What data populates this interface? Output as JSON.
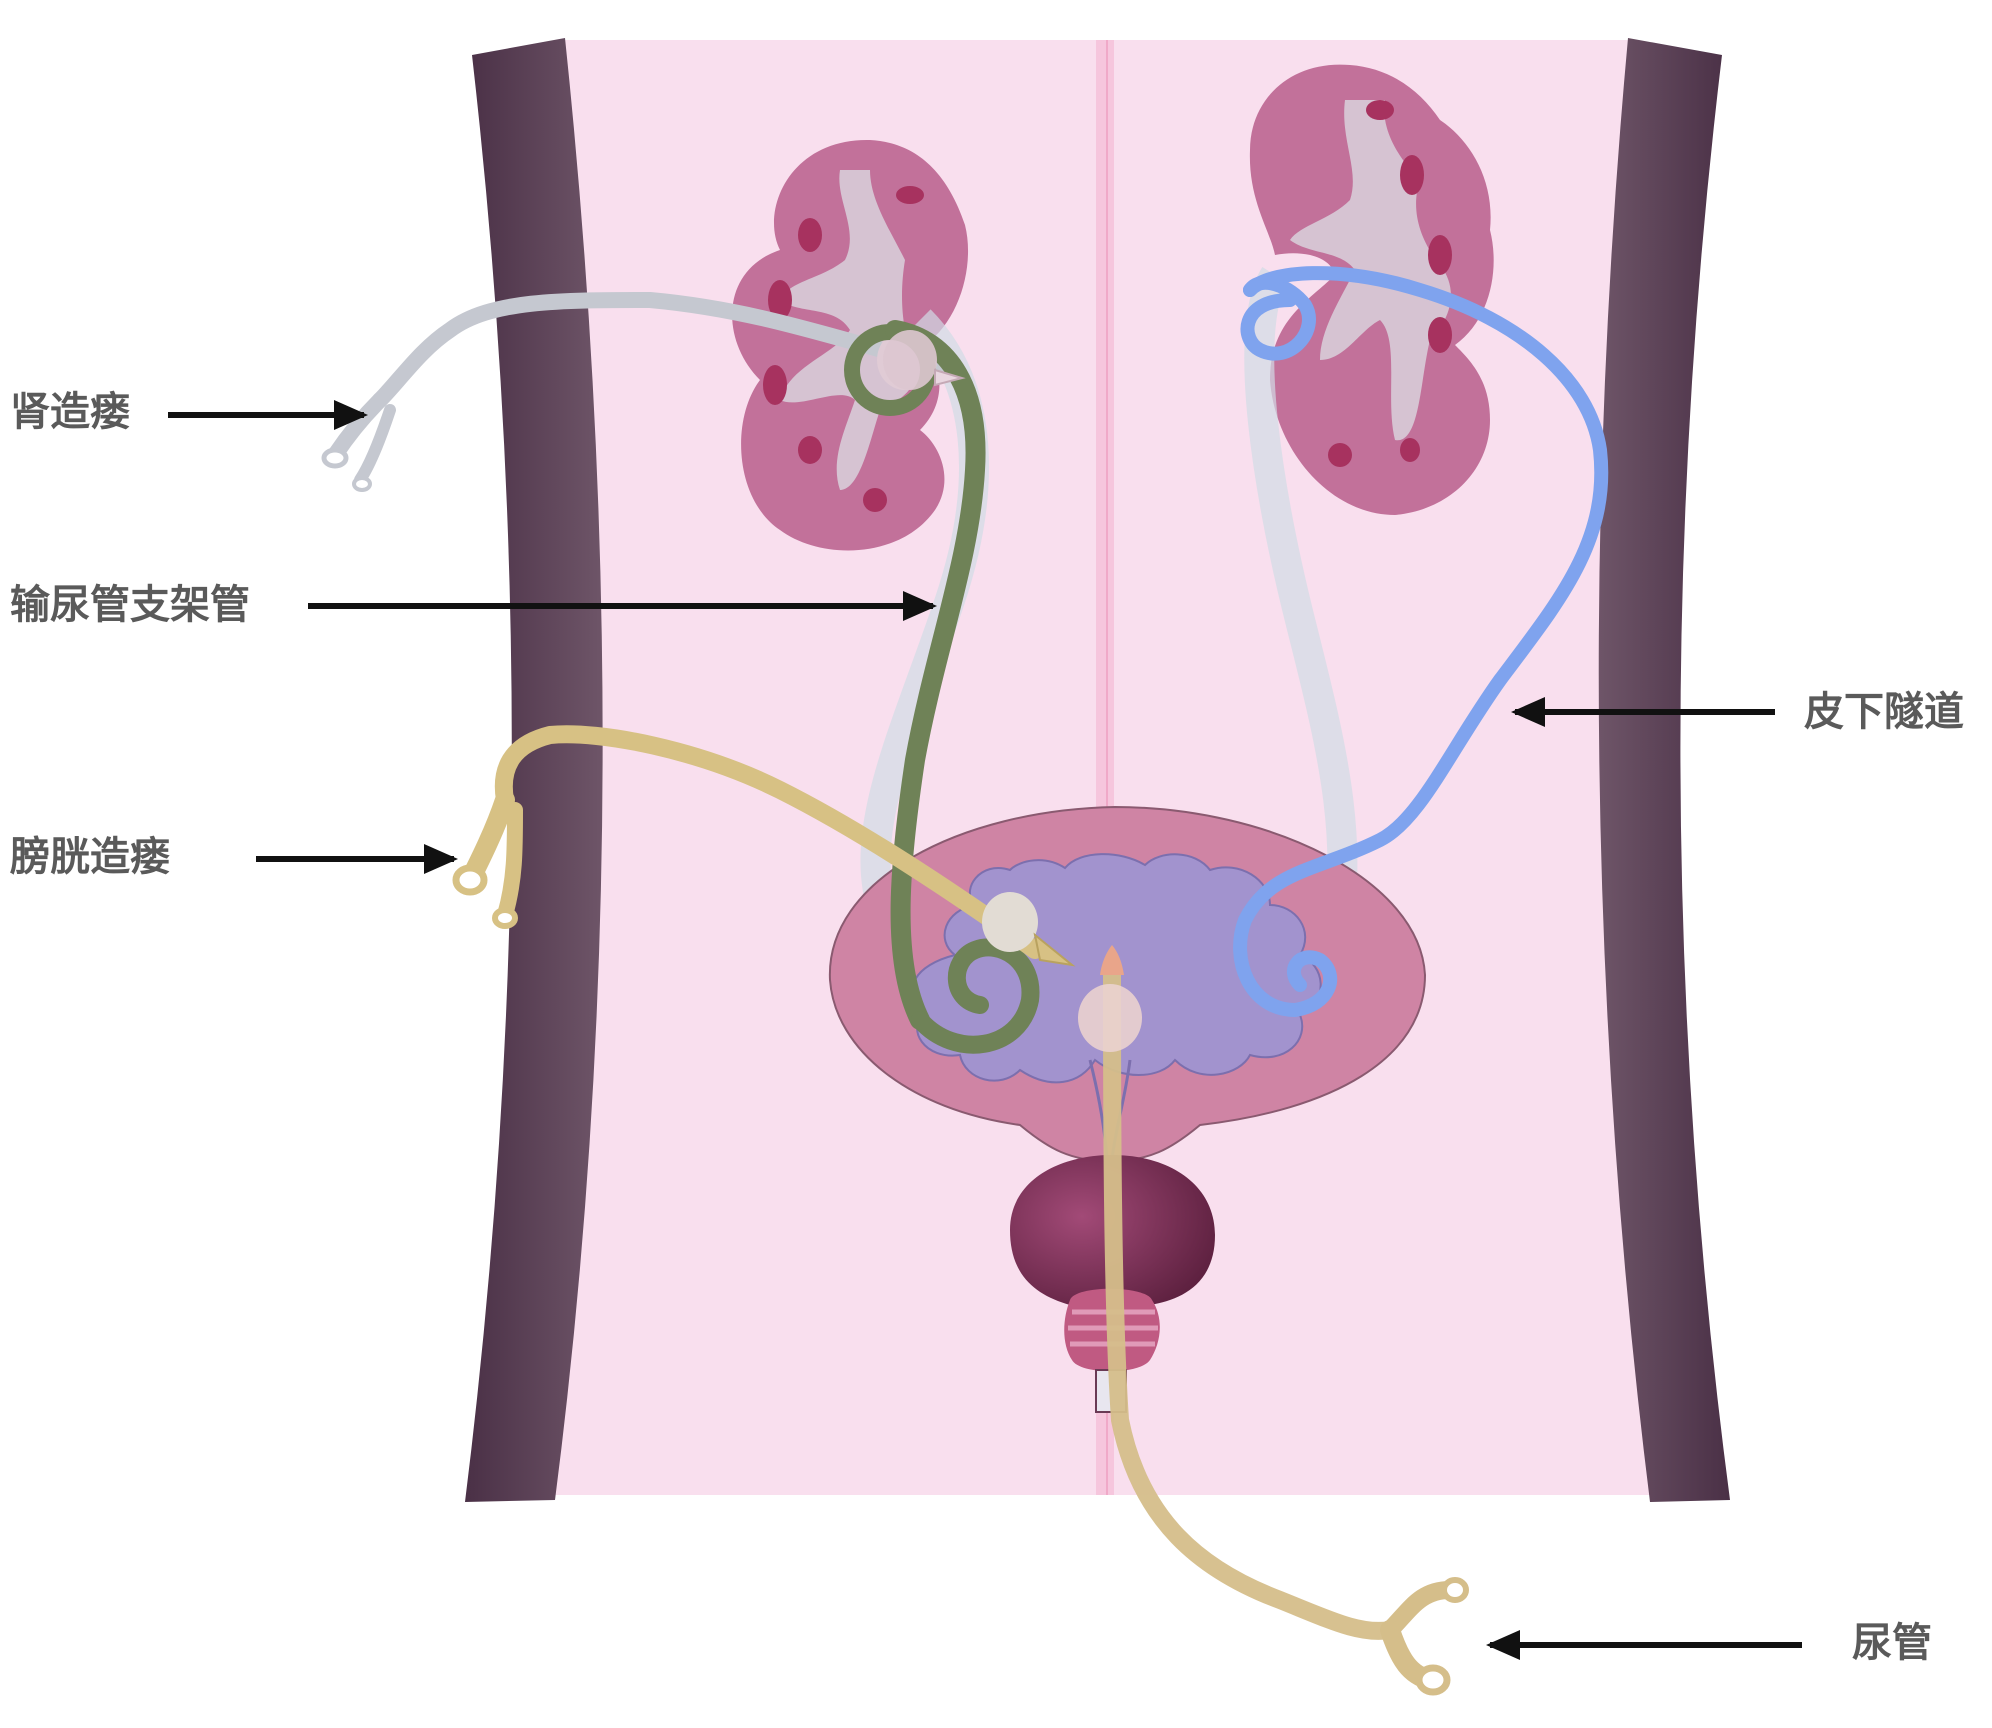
{
  "labels": {
    "nephrostomy": "肾造瘘",
    "ureteral_stent": "输尿管支架管",
    "cystostomy": "膀胱造瘘",
    "subcutaneous_tunnel": "皮下隧道",
    "urethral_catheter": "尿管"
  },
  "colors": {
    "body_fill": "#f9dfee",
    "wall": "#5c4258",
    "kidney": "#c2719a",
    "bladder_wall": "#cf84a4",
    "bladder_lumen": "#a293ce",
    "prostate": "#7b2d52",
    "nephrostomy_tube": "#c5c8d0",
    "stent": "#6f8257",
    "cystostomy_tube": "#d7c184",
    "tunnel_tube": "#7fa3ee",
    "urethral_tube": "#d5be8a"
  }
}
